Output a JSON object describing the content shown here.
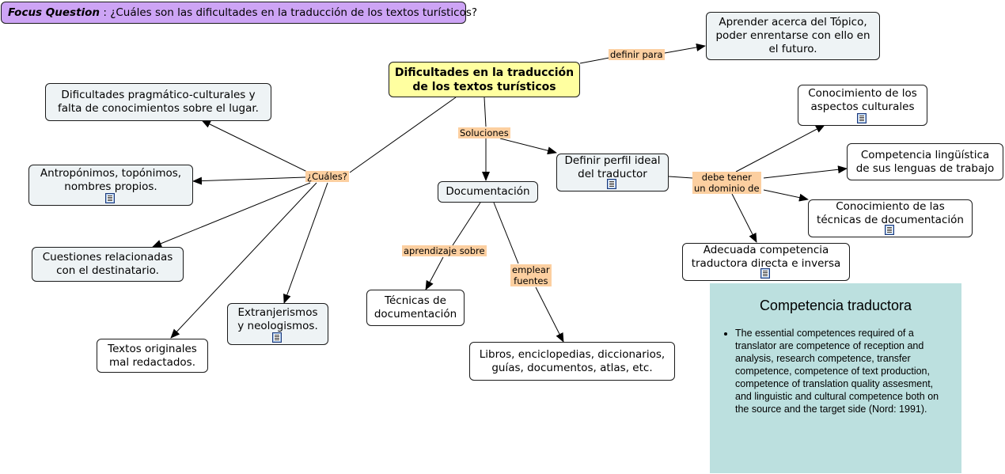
{
  "focus": {
    "label": "Focus Question",
    "separator": " : ",
    "question": "¿Cuáles son las dificultades en la traducción de los textos turísticos?"
  },
  "nodes": {
    "center": "Dificultades en la traducción\nde los textos turísticos",
    "aprender": "Aprender acerca del Tópico,\npoder enrentarse con ello en\nel futuro.",
    "pragmatico": "Dificultades pragmático-culturales y\nfalta de conocimientos sobre el lugar.",
    "antroponimos": "Antropónimos, topónimos,\nnombres propios.",
    "cuestiones": "Cuestiones relacionadas\ncon el destinatario.",
    "textos": "Textos originales\nmal redactados.",
    "extranjerismos": "Extranjerismos\ny neologismos.",
    "documentacion": "Documentación",
    "tecnicas": "Técnicas de\ndocumentación",
    "libros": "Libros, enciclopedias, diccionarios,\nguías, documentos, atlas, etc.",
    "perfil": "Definir perfil ideal\ndel traductor",
    "conocimiento_culturales": "Conocimiento de los\naspectos culturales",
    "competencia_linguistica": "Competencia lingüística\nde sus lenguas de trabajo",
    "conocimiento_tecnicas": "Conocimiento de las\ntécnicas de documentación",
    "adecuada": "Adecuada competencia\ntraductora directa e inversa"
  },
  "links": {
    "definir_para": "definir para",
    "cuales": "¿Cuáles?",
    "soluciones": "Soluciones",
    "aprendizaje_sobre": "aprendizaje sobre",
    "emplear_fuentes": "emplear\nfuentes",
    "debe_tener": "debe tener\nun dominio de"
  },
  "info": {
    "title": "Competencia traductora",
    "bullet": "The essential competences required of a translator are competence of reception and analysis, research competence, transfer competence, competence of text production, competence of translation quality assesment, and linguistic and cultural competence both on the source and the target side (Nord: 1991)."
  },
  "colors": {
    "focus_bg": "#cda4f5",
    "center_bg": "#ffffa0",
    "node_bg": "#eef3f5",
    "link_label_bg": "#fccfa0",
    "info_bg": "#bce0df"
  },
  "icons": [
    "document-icon"
  ]
}
